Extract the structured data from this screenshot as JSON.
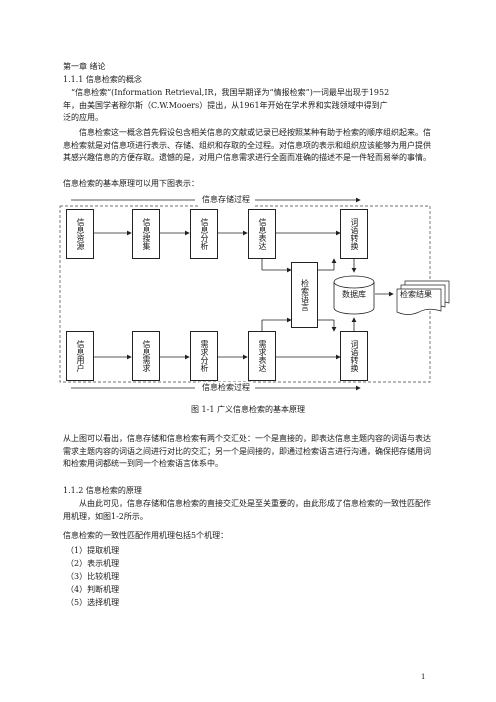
{
  "chapter": "第一章 绪论",
  "s1_1": "1.1.1 信息检索的概念",
  "p1_l1": "“信息检索”(Information Retrieval,IR，我国早期译为“情报检索”)一词最早出现于1952",
  "p1_l2": "年，由美国学者穆尔斯（C.W.Mooers）提出，从1961年开始在学术界和实践领域中得到广",
  "p1_l3": "泛的应用。",
  "p2": "信息检索这一概念首先假设包含相关信息的文献或记录已经按照某种有助于检索的顺序组织起来。信息检索就是对信息项进行表示、存储、组织和存取的全过程。对信息项的表示和组织应该能够为用户提供其感兴趣信息的方便存取。遗憾的是，对用户信息需求进行全面而准确的描述不是一件轻而易举的事情。",
  "p3": "信息检索的基本原理可以用下图表示：",
  "diagram": {
    "store_process": "信息存储过程",
    "search_process": "信息检索过程",
    "top_boxes": [
      "信息资源",
      "信息搜集",
      "信息分析",
      "信息表达",
      "词语转换"
    ],
    "bottom_boxes": [
      "信息用户",
      "信息需求",
      "需求分析",
      "需求表达",
      "词语转换"
    ],
    "lang_box": "检索语言",
    "db": "数据库",
    "result": "检索结果"
  },
  "caption": "图 1-1 广义信息检索的基本原理",
  "p4": "从上图可以看出，信息存储和信息检索有两个交汇处：一个是直接的，即表达信息主题内容的词语与表达需求主题内容的词语之间进行对比的交汇；另一个是间接的，即通过检索语言进行沟通，确保把存储用词和检索用词都统一到同一个检索语言体系中。",
  "s1_2": "1.1.2 信息检索的原理",
  "p5": "从由此可见，信息存储和信息检索的直接交汇处是至关重要的，由此形成了信息检索的一致性匹配作用机理，如图1-2所示。",
  "p6": "信息检索的一致性匹配作用机理包括5个机理：",
  "mechanisms": [
    "（1）提取机理",
    "（2）表示机理",
    "（3）比较机理",
    "（4）判断机理",
    "（5）选择机理"
  ],
  "page_number": "1"
}
